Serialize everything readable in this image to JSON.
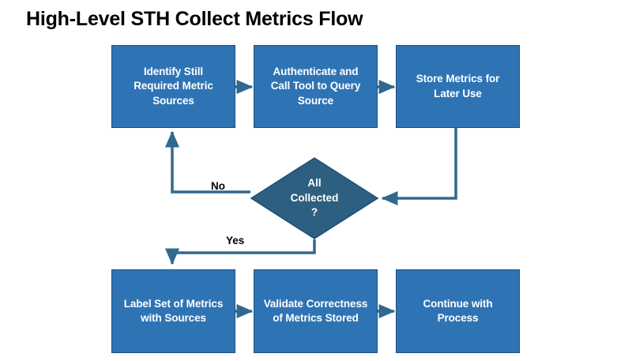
{
  "diagram": {
    "title": "High-Level STH Collect Metrics Flow",
    "type": "flowchart",
    "colors": {
      "process_fill": "#2E74B5",
      "process_stroke": "#1F4E79",
      "decision_fill": "#2C5F80",
      "decision_stroke": "#1F4E79",
      "connector": "#31688F",
      "text_on_shape": "#FFFFFF",
      "label_text": "#000000",
      "background": "#FFFFFF"
    },
    "nodes": [
      {
        "id": "identify-sources",
        "shape": "rectangle",
        "label": "Identify Still\nRequired Metric\nSources"
      },
      {
        "id": "authenticate-query",
        "shape": "rectangle",
        "label": "Authenticate and\nCall Tool to Query\nSource"
      },
      {
        "id": "store-metrics",
        "shape": "rectangle",
        "label": "Store Metrics for\nLater Use"
      },
      {
        "id": "all-collected",
        "shape": "diamond",
        "label": "All\nCollected\n?"
      },
      {
        "id": "label-set",
        "shape": "rectangle",
        "label": "Label Set of Metrics\nwith Sources"
      },
      {
        "id": "validate-correctness",
        "shape": "rectangle",
        "label": "Validate Correctness\nof Metrics Stored"
      },
      {
        "id": "continue-process",
        "shape": "rectangle",
        "label": "Continue with\nProcess"
      }
    ],
    "edge_labels": {
      "no": "No",
      "yes": "Yes"
    },
    "edges": [
      {
        "from": "identify-sources",
        "to": "authenticate-query",
        "label": ""
      },
      {
        "from": "authenticate-query",
        "to": "store-metrics",
        "label": ""
      },
      {
        "from": "store-metrics",
        "to": "all-collected",
        "label": ""
      },
      {
        "from": "all-collected",
        "to": "identify-sources",
        "label": "No"
      },
      {
        "from": "all-collected",
        "to": "label-set",
        "label": "Yes"
      },
      {
        "from": "label-set",
        "to": "validate-correctness",
        "label": ""
      },
      {
        "from": "validate-correctness",
        "to": "continue-process",
        "label": ""
      }
    ]
  }
}
